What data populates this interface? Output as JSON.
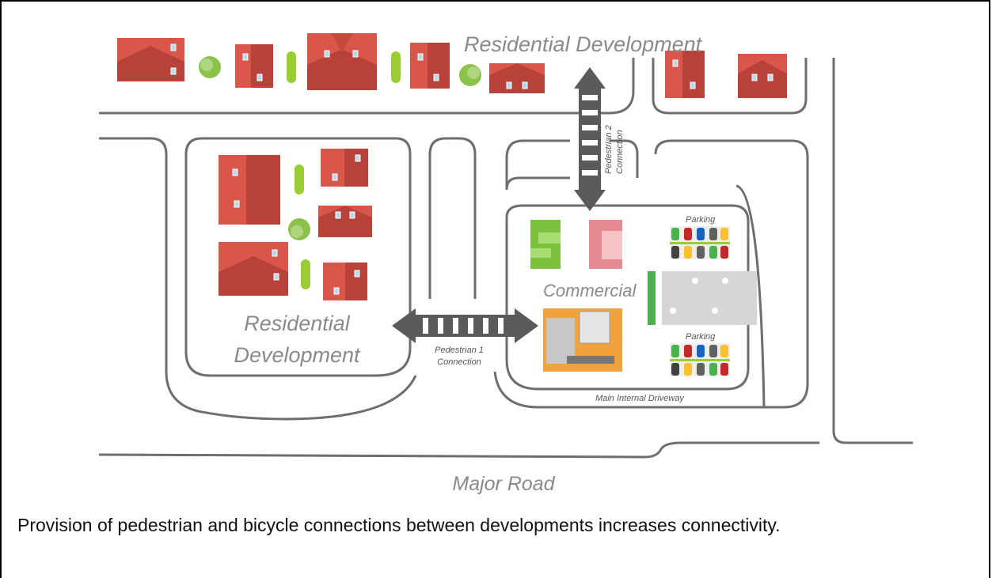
{
  "labels": {
    "residential_top": "Residential Development",
    "residential_left_line1": "Residential",
    "residential_left_line2": "Development",
    "commercial": "Commercial",
    "pedestrian1_line1": "Pedestrian 1",
    "pedestrian1_line2": "Connection",
    "pedestrian2_line1": "Pedestrian 2",
    "pedestrian2_line2": "Connection",
    "parking_top": "Parking",
    "parking_bottom": "Parking",
    "main_driveway": "Main Internal Driveway",
    "major_road": "Major Road"
  },
  "caption": "Provision of pedestrian and bicycle connections between developments increases connectivity.",
  "colors": {
    "roof": "#d9574a",
    "roof_dark": "#b8423a",
    "road": "#6e6e6e",
    "crossing": "#5a5a5a",
    "tree": "#9acd32",
    "commercial_green": "#7cc13e",
    "commercial_pink": "#e88a94",
    "commercial_orange": "#f0a33c"
  }
}
